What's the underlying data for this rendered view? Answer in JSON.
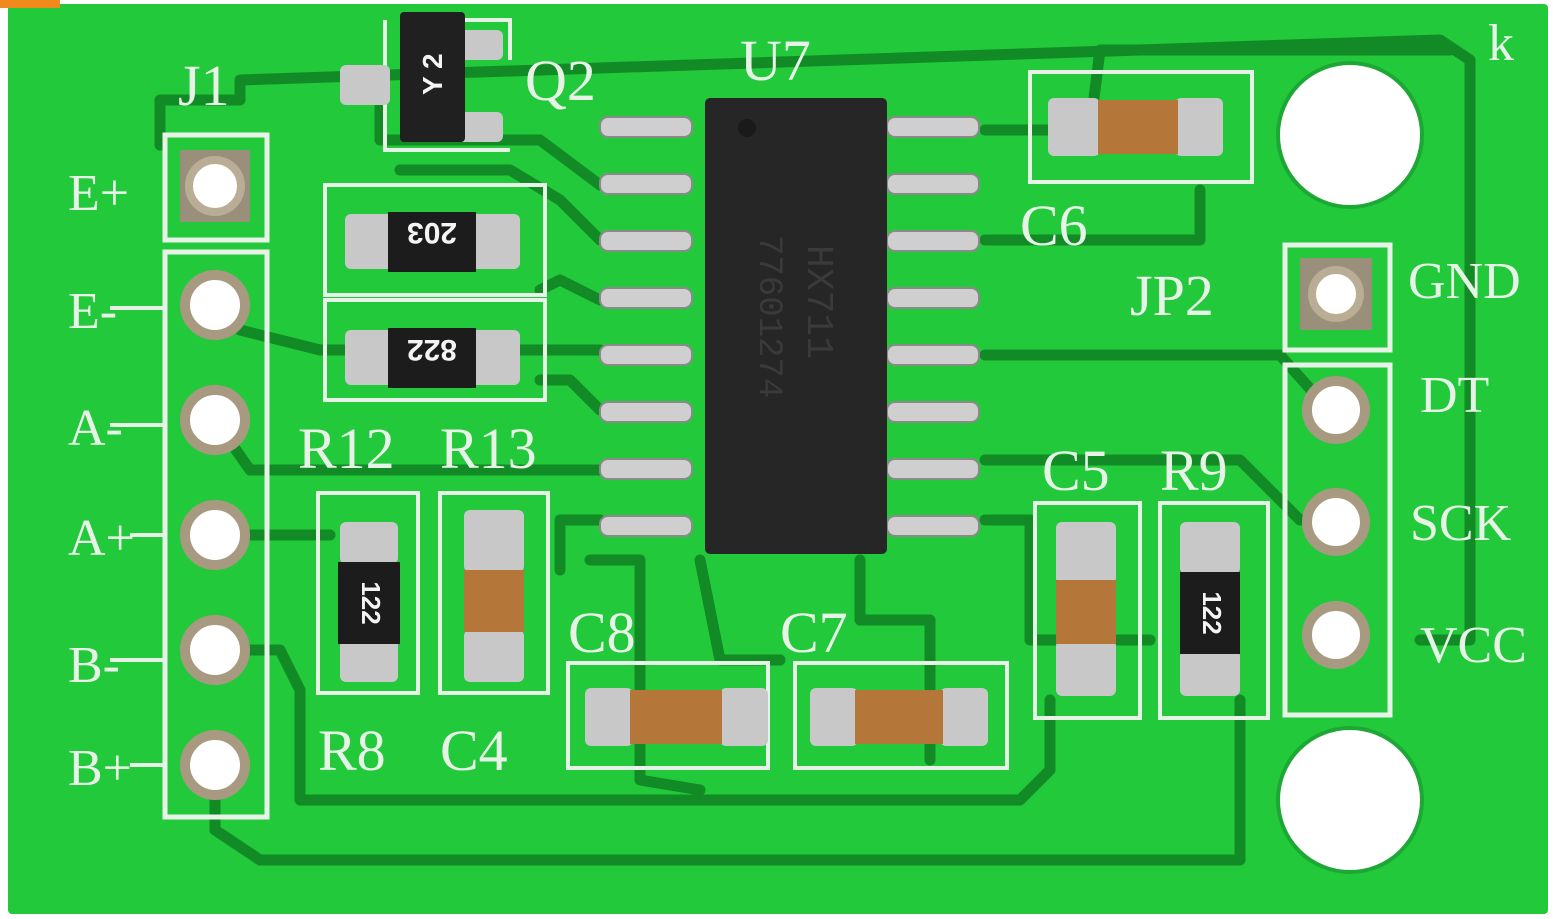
{
  "colors": {
    "board": "#22c93a",
    "trace": "#128a26",
    "silkscreen": "#e8f3e8",
    "chip": "#222222",
    "pad": "#c8c8c8",
    "capacitor": "#b5763a",
    "resistor": "#1c1c1c"
  },
  "labels": {
    "corner_mark": "k",
    "j1": "J1",
    "q2": "Q2",
    "u7": "U7",
    "c6": "C6",
    "jp2": "JP2",
    "r12": "R12",
    "r13": "R13",
    "r8": "R8",
    "c4": "C4",
    "c8": "C8",
    "c7": "C7",
    "c5": "C5",
    "r9": "R9"
  },
  "j1_pins": [
    "E+",
    "E-",
    "A-",
    "A+",
    "B-",
    "B+"
  ],
  "jp2_pins": [
    "GND",
    "DT",
    "SCK",
    "VCC"
  ],
  "chip_marking": {
    "line1": "HX711",
    "line2": "77601274"
  },
  "transistor_marking": "Y 2",
  "resistor_markings": {
    "r12": "203",
    "r13": "822",
    "r8": "122",
    "r9": "122"
  }
}
